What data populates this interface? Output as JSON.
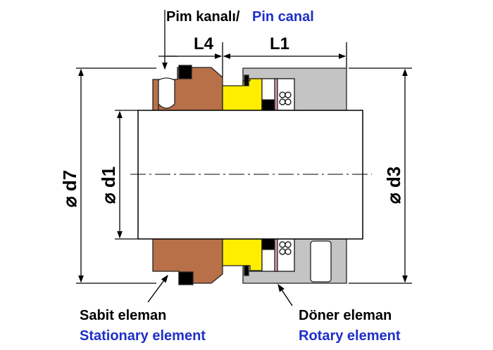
{
  "title_tr": "Pim kanalı/",
  "title_en": "Pin canal",
  "dims": {
    "l4": "L4",
    "l1": "L1",
    "d7": "⌀ d7",
    "d1": "⌀ d1",
    "d3": "⌀ d3"
  },
  "stationary": {
    "tr": "Sabit eleman",
    "en": "Stationary element"
  },
  "rotary": {
    "tr": "Döner eleman",
    "en": "Rotary element"
  },
  "colors": {
    "brown": "#b87048",
    "yellow": "#ffee00",
    "grey": "#c4c4c4",
    "blue": "#1f2fc8",
    "pink": "#d99ab0"
  }
}
